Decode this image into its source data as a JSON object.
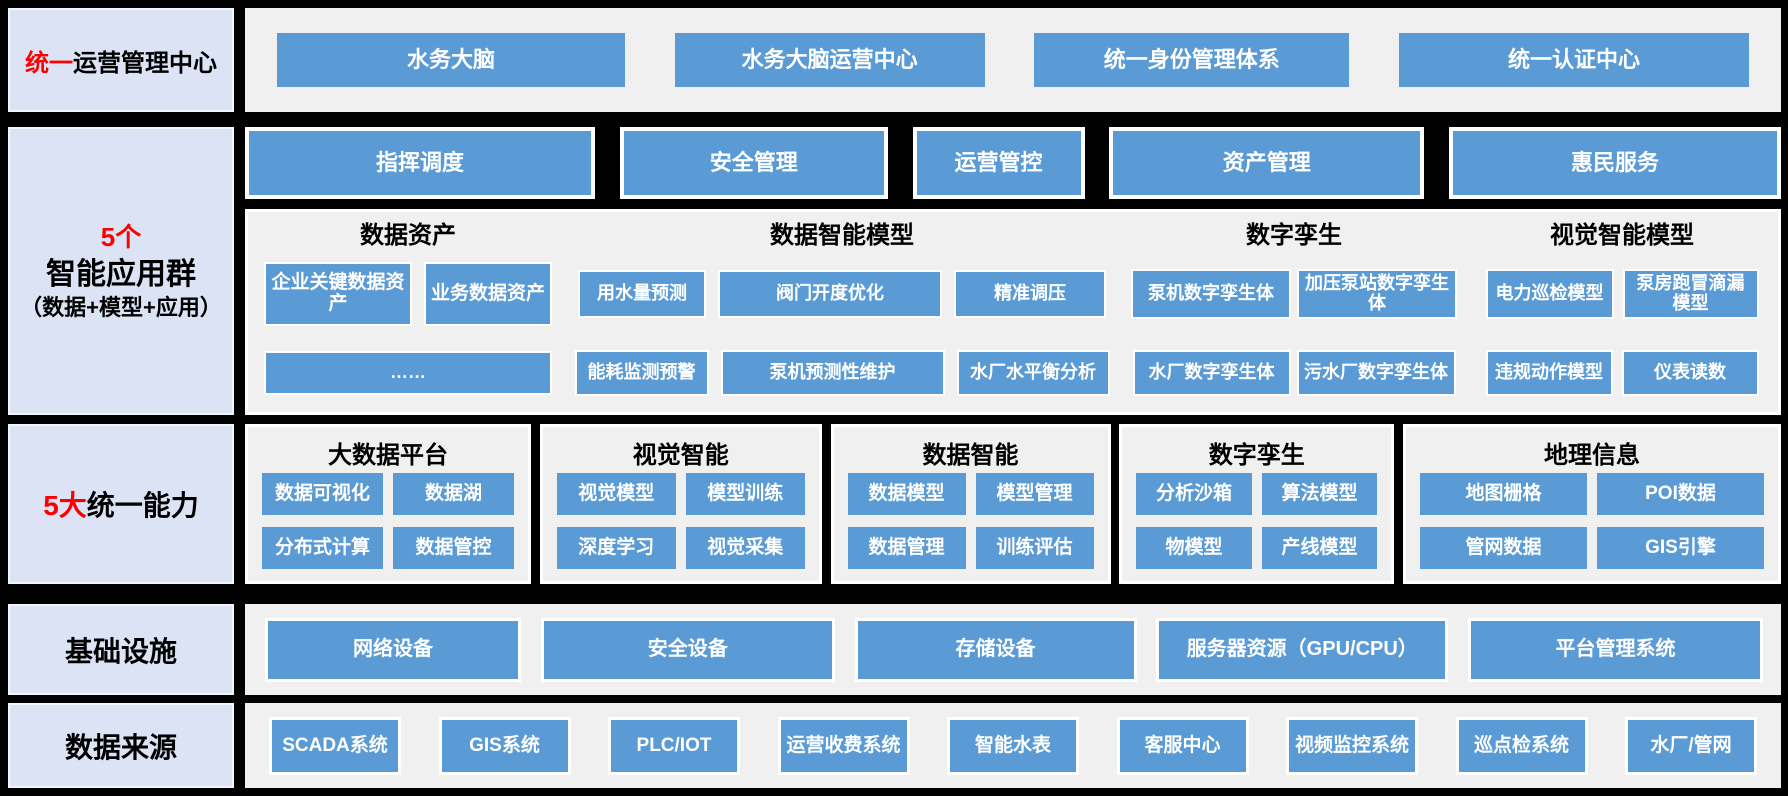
{
  "colors": {
    "background": "#000000",
    "block_blue": "#5b9bd5",
    "panel_gray": "#f0f0f0",
    "label_lavender": "#dce3f5",
    "accent_red": "#fe0000",
    "text_on_blue": "#ffffff",
    "text_black": "#000000"
  },
  "layer1": {
    "label_red": "统一",
    "label_black": "运营管理中心",
    "boxes": [
      "水务大脑",
      "水务大脑运营中心",
      "统一身份管理体系",
      "统一认证中心"
    ]
  },
  "layer2": {
    "label_red": "5个",
    "label_black": "智能应用群",
    "label_sub": "（数据+模型+应用）",
    "headers": [
      "指挥调度",
      "安全管理",
      "运营管控",
      "资产管理",
      "惠民服务"
    ],
    "groups": [
      {
        "title": "数据资产",
        "row1": [
          "企业关键数据资产",
          "业务数据资产"
        ],
        "row2": [
          "……"
        ]
      },
      {
        "title": "数据智能模型",
        "row1": [
          "用水量预测",
          "阀门开度优化",
          "精准调压"
        ],
        "row2": [
          "能耗监测预警",
          "泵机预测性维护",
          "水厂水平衡分析"
        ]
      },
      {
        "title": "数字孪生",
        "row1": [
          "泵机数字孪生体",
          "加压泵站数字孪生体"
        ],
        "row2": [
          "水厂数字孪生体",
          "污水厂数字孪生体"
        ]
      },
      {
        "title": "视觉智能模型",
        "row1": [
          "电力巡检模型",
          "泵房跑冒滴漏模型"
        ],
        "row2": [
          "违规动作模型",
          "仪表读数"
        ]
      }
    ]
  },
  "layer3": {
    "label_red": "5大",
    "label_black": "统一能力",
    "panels": [
      {
        "title": "大数据平台",
        "boxes": [
          "数据可视化",
          "数据湖",
          "分布式计算",
          "数据管控"
        ]
      },
      {
        "title": "视觉智能",
        "boxes": [
          "视觉模型",
          "模型训练",
          "深度学习",
          "视觉采集"
        ]
      },
      {
        "title": "数据智能",
        "boxes": [
          "数据模型",
          "模型管理",
          "数据管理",
          "训练评估"
        ]
      },
      {
        "title": "数字孪生",
        "boxes": [
          "分析沙箱",
          "算法模型",
          "物模型",
          "产线模型"
        ]
      },
      {
        "title": "地理信息",
        "boxes": [
          "地图栅格",
          "POI数据",
          "管网数据",
          "GIS引擎"
        ]
      }
    ]
  },
  "layer4": {
    "label": "基础设施",
    "boxes": [
      "网络设备",
      "安全设备",
      "存储设备",
      "服务器资源（GPU/CPU）",
      "平台管理系统"
    ]
  },
  "layer5": {
    "label": "数据来源",
    "boxes": [
      "SCADA系统",
      "GIS系统",
      "PLC/IOT",
      "运营收费系统",
      "智能水表",
      "客服中心",
      "视频监控系统",
      "巡点检系统",
      "水厂/管网"
    ]
  }
}
